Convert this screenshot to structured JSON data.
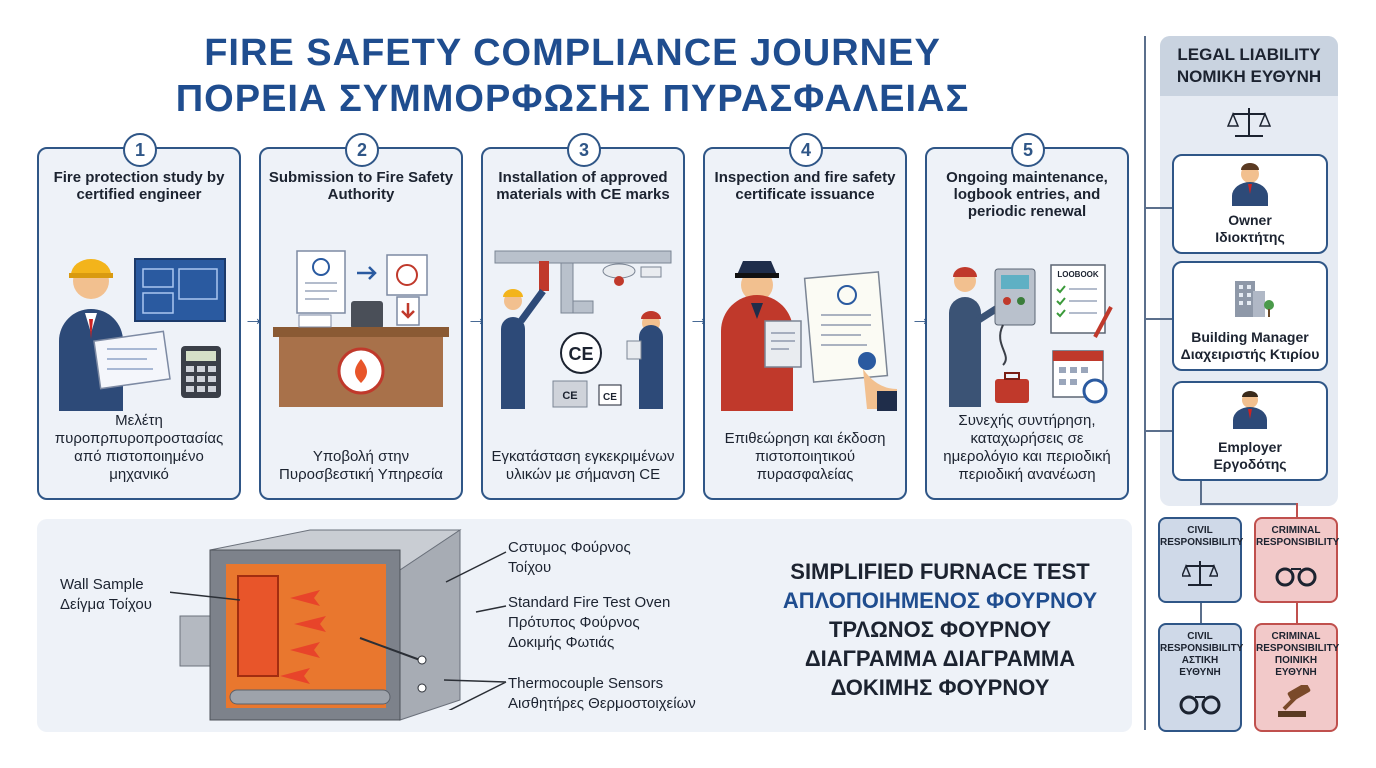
{
  "title": {
    "en": "FIRE SAFETY COMPLIANCE JOURNEY",
    "el": "ΠΟΡΕΙΑ ΣΥΜΜΟΡΦΩΣΗΣ ΠΥΡΑΣΦΑΛΕΙΑΣ"
  },
  "steps": [
    {
      "num": "1",
      "en": "Fire protection study by certified engineer",
      "el": "Μελέτη πυροπρπυροπροστασίας από πιστοποιημένο μηχανικό",
      "illustration": "engineer-with-blueprints"
    },
    {
      "num": "2",
      "en": "Submission to Fire Safety Authority",
      "el": "Υποβολή στην Πυροσβεστική Υπηρεσία",
      "illustration": "documents-on-desk"
    },
    {
      "num": "3",
      "en": "Installation of approved materials with CE marks",
      "el": "Εγκατάσταση εγκεκριμένων υλικών με σήμανση CE",
      "illustration": "workers-installing-pipes",
      "mark": "CE"
    },
    {
      "num": "4",
      "en": "Inspection and fire safety certificate issuance",
      "el": "Επιθεώρηση και έκδοση πιστοποιητικού πυρασφαλείας",
      "illustration": "inspector-with-certificate"
    },
    {
      "num": "5",
      "en": "Ongoing maintenance, logbook entries, and periodic renewal",
      "el": "Συνεχής συντήρηση, καταχωρήσεις σε ημερολόγιο και περιοδική περιοδική ανανέωση",
      "illustration": "technician-with-logbook",
      "logbook": "LOOBOOK"
    }
  ],
  "furnace": {
    "wall_sample": {
      "en": "Wall Sample",
      "el": "Δείγμα Τοίχου"
    },
    "furnace_wall": {
      "l1": "Cστυμος Φούρνος",
      "l2": "Τοίχου"
    },
    "standard_oven": {
      "en": "Standard Fire Test Oven",
      "el1": "Πρότυπος Φούρνος",
      "el2": "Δοκιμής Φωτιάς"
    },
    "thermocouple": {
      "en": "Thermocouple Sensors",
      "el": "Αισθητήρες Θερμοστοιχείων"
    },
    "title": {
      "l1": "SIMPLIFIED FURNACE TEST",
      "l2": "ΑΠΛΟΠΟΙΗΜΕΝΟΣ ΦΟΥΡΝΟΥ",
      "l3": "ΤΡΛΩΝΟΣ ΦΟΥΡΝΟΥ",
      "l4": "ΔΙΑΓΡΑΜΜΑ ΔΙΑΓΡΑΜΜΑ",
      "l5": "ΔΟΚΙΜΗΣ ΦΟΥΡΝΟΥ"
    }
  },
  "legal": {
    "head_en": "LEGAL LIABILITY",
    "head_el": "ΝΟΜΙΚΗ ΕΥΘΥΝΗ",
    "roles": [
      {
        "en": "Owner",
        "el": "Ιδιοκτήτης"
      },
      {
        "en": "Building Manager",
        "el": "Διαχειριστής Κτιρίου"
      },
      {
        "en": "Employer",
        "el": "Εργοδότης"
      }
    ],
    "responsibilities": {
      "civil_1": "CIVIL RESPONSIBILITY",
      "criminal_1": "CRIMINAL RESPONSIBILITY",
      "civil_2_en": "CIVIL RESPONSIBILITY",
      "civil_2_el": "ΑΣΤΙΚΗ ΕΥΘΥΝΗ",
      "criminal_2_en": "CRIMINAL RESPONSIBILITY",
      "criminal_2_el": "ΠΟΙΝΙΚΗ ΕΥΘΥΝΗ"
    }
  },
  "colors": {
    "navy": "#1f4d8f",
    "border": "#2f5687",
    "panel": "#eef2f8",
    "fire": "#e8552a",
    "criminal": "#c0504d"
  }
}
